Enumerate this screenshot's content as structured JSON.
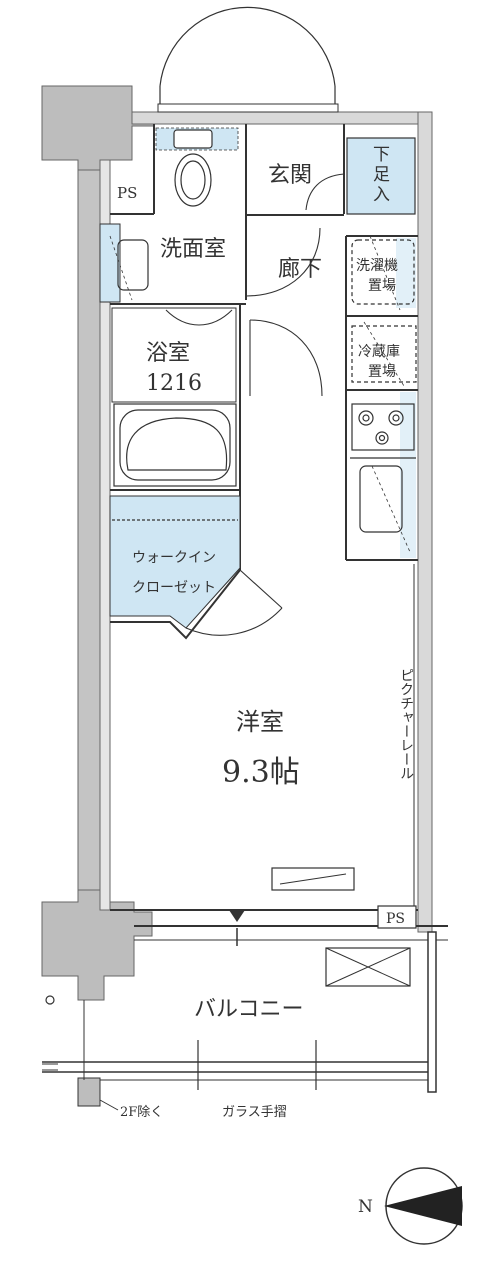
{
  "rooms": {
    "ps_top": "PS",
    "washroom": "洗面室",
    "entrance": "玄関",
    "shoe_box": [
      "下",
      "足",
      "入"
    ],
    "corridor": "廊下",
    "washer_space": [
      "洗濯機",
      "置場"
    ],
    "bathroom": "浴室",
    "bath_size": "1216",
    "fridge_space": [
      "冷蔵庫",
      "置場"
    ],
    "walk_in_closet": [
      "ウォークイン",
      "クローゼット"
    ],
    "western_room": "洋室",
    "western_room_size": "9.3帖",
    "picture_rail": "ピクチャーレール",
    "ps_bottom": "PS",
    "balcony": "バルコニー",
    "except_2f": "2F除く",
    "glass_railing": "ガラス手摺"
  },
  "compass": {
    "north_label": "N"
  },
  "colors": {
    "wall": "#bdbdbd",
    "wall_dark": "#9e9e9e",
    "storage": "#cfe6f3",
    "line": "#333333"
  }
}
